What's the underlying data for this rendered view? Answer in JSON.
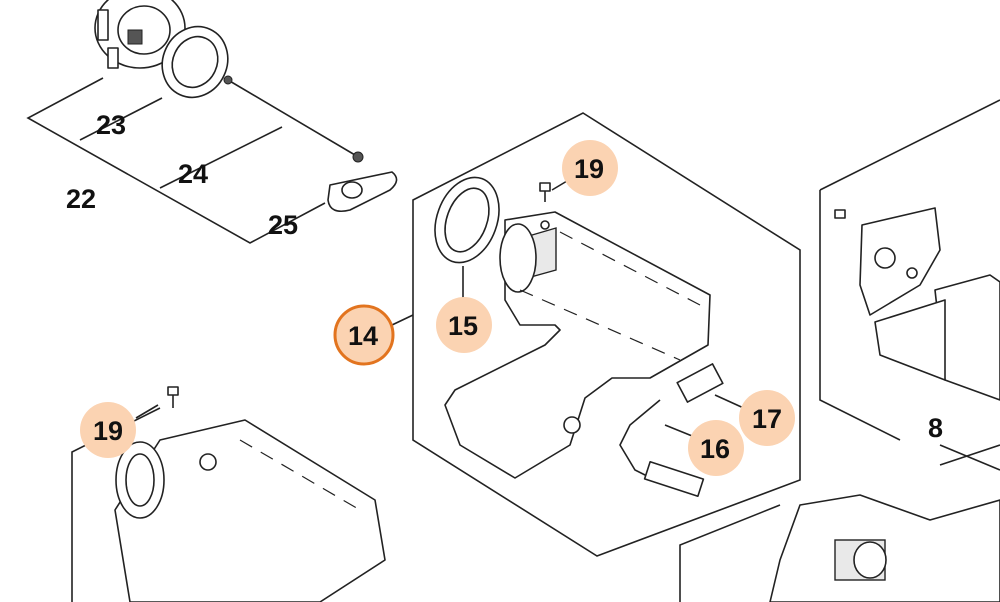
{
  "diagram": {
    "callouts": [
      {
        "id": "c23",
        "label": "23"
      },
      {
        "id": "c24",
        "label": "24"
      },
      {
        "id": "c22",
        "label": "22"
      },
      {
        "id": "c25",
        "label": "25"
      },
      {
        "id": "c19a",
        "label": "19"
      },
      {
        "id": "c14",
        "label": "14"
      },
      {
        "id": "c15",
        "label": "15"
      },
      {
        "id": "c17",
        "label": "17"
      },
      {
        "id": "c16",
        "label": "16"
      },
      {
        "id": "c8",
        "label": "8"
      },
      {
        "id": "c19b",
        "label": "19"
      }
    ],
    "colors": {
      "highlight_fill": "#fbd3b2",
      "selected_ring": "#e2741f",
      "line": "#222222"
    }
  }
}
